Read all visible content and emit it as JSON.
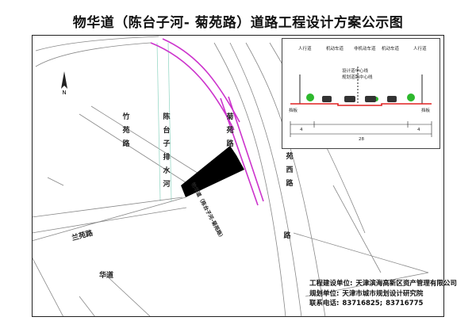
{
  "title": "物华道（陈台子河- 菊苑路）道路工程设计方案公示图",
  "roads": {
    "zhuyuan": "竹苑路",
    "chentaizi_river": "陈台子排水河",
    "juyuan": "菊苑路",
    "lanyuan": "兰苑路",
    "wuhua": "华道",
    "xiyuan": "苑西路",
    "wuhua_road": "物华道（陈台子河-菊苑路）",
    "road_left_bottom": "兰",
    "bridge_note": "路"
  },
  "section": {
    "labels_top": [
      "人行道",
      "机动车道",
      "非机动车道",
      "机动车道",
      "人行道"
    ],
    "center_label1": "设计道中心线",
    "center_label2": "规划道路中心线",
    "left_label": "挡板",
    "right_label": "挡板",
    "dim_total": "28",
    "dim_left": "4",
    "dim_right": "4"
  },
  "info": {
    "builder_label": "工程建设单位:",
    "builder_value": "天津滨海高新区资产管理有限公司",
    "planner_label": "规划单位:",
    "planner_value": "天津市城市规划设计研究院",
    "phone_label": "联系电话:",
    "phone_value1": "83716825;",
    "phone_value2": "83716775"
  },
  "colors": {
    "road_edge": "#cc33cc",
    "project_fill": "#000000",
    "river": "#7fd6c0",
    "section_red": "#e02020",
    "section_green": "#2db82d"
  },
  "compass_icon": "north-arrow-icon"
}
